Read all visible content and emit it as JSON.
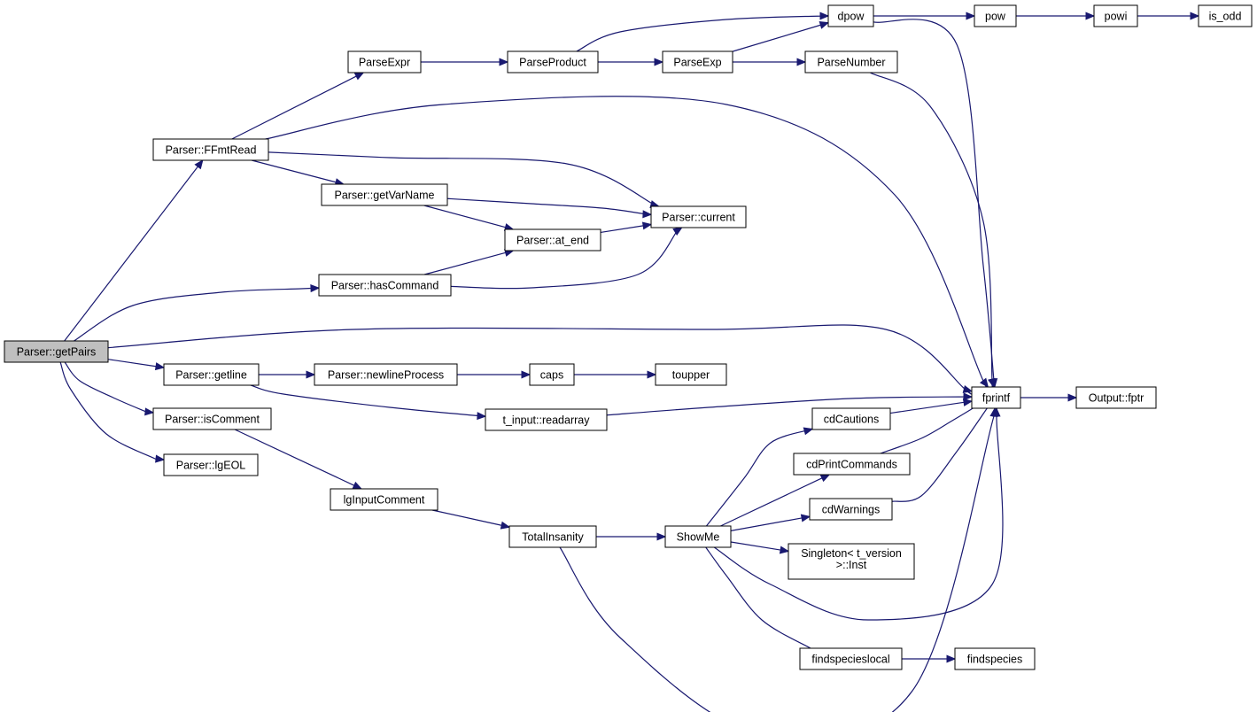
{
  "graph": {
    "nodes": [
      {
        "id": "getPairs",
        "label": "Parser::getPairs",
        "root": true
      },
      {
        "id": "FFmtRead",
        "label": "Parser::FFmtRead"
      },
      {
        "id": "ParseExpr",
        "label": "ParseExpr"
      },
      {
        "id": "ParseProduct",
        "label": "ParseProduct"
      },
      {
        "id": "ParseExp",
        "label": "ParseExp"
      },
      {
        "id": "dpow",
        "label": "dpow"
      },
      {
        "id": "pow",
        "label": "pow"
      },
      {
        "id": "powi",
        "label": "powi"
      },
      {
        "id": "is_odd",
        "label": "is_odd"
      },
      {
        "id": "ParseNumber",
        "label": "ParseNumber"
      },
      {
        "id": "getVarName",
        "label": "Parser::getVarName"
      },
      {
        "id": "current",
        "label": "Parser::current"
      },
      {
        "id": "at_end",
        "label": "Parser::at_end"
      },
      {
        "id": "hasCommand",
        "label": "Parser::hasCommand"
      },
      {
        "id": "getline",
        "label": "Parser::getline"
      },
      {
        "id": "newlineProcess",
        "label": "Parser::newlineProcess"
      },
      {
        "id": "caps",
        "label": "caps"
      },
      {
        "id": "toupper",
        "label": "toupper"
      },
      {
        "id": "readarray",
        "label": "t_input::readarray"
      },
      {
        "id": "fprintf",
        "label": "fprintf"
      },
      {
        "id": "fptr",
        "label": "Output::fptr"
      },
      {
        "id": "isComment",
        "label": "Parser::isComment"
      },
      {
        "id": "lgEOL",
        "label": "Parser::lgEOL"
      },
      {
        "id": "lgInputComment",
        "label": "lgInputComment"
      },
      {
        "id": "TotalInsanity",
        "label": "TotalInsanity"
      },
      {
        "id": "ShowMe",
        "label": "ShowMe"
      },
      {
        "id": "cdCautions",
        "label": "cdCautions"
      },
      {
        "id": "cdPrintCommands",
        "label": "cdPrintCommands"
      },
      {
        "id": "cdWarnings",
        "label": "cdWarnings"
      },
      {
        "id": "SingletonInst",
        "label": "Singleton< t_version",
        "label2": ">::Inst"
      },
      {
        "id": "findspecieslocal",
        "label": "findspecieslocal"
      },
      {
        "id": "findspecies",
        "label": "findspecies"
      }
    ],
    "edges": [
      [
        "getPairs",
        "FFmtRead"
      ],
      [
        "getPairs",
        "hasCommand"
      ],
      [
        "getPairs",
        "fprintf"
      ],
      [
        "getPairs",
        "getline"
      ],
      [
        "getPairs",
        "isComment"
      ],
      [
        "getPairs",
        "lgEOL"
      ],
      [
        "FFmtRead",
        "ParseExpr"
      ],
      [
        "FFmtRead",
        "fprintf"
      ],
      [
        "FFmtRead",
        "getVarName"
      ],
      [
        "FFmtRead",
        "current"
      ],
      [
        "ParseExpr",
        "ParseProduct"
      ],
      [
        "ParseProduct",
        "dpow"
      ],
      [
        "ParseProduct",
        "ParseExp"
      ],
      [
        "ParseExp",
        "dpow"
      ],
      [
        "ParseExp",
        "ParseNumber"
      ],
      [
        "dpow",
        "pow"
      ],
      [
        "dpow",
        "fprintf"
      ],
      [
        "pow",
        "powi"
      ],
      [
        "powi",
        "is_odd"
      ],
      [
        "ParseNumber",
        "fprintf"
      ],
      [
        "getVarName",
        "current"
      ],
      [
        "getVarName",
        "at_end"
      ],
      [
        "at_end",
        "current"
      ],
      [
        "hasCommand",
        "at_end"
      ],
      [
        "hasCommand",
        "current"
      ],
      [
        "getline",
        "newlineProcess"
      ],
      [
        "getline",
        "readarray"
      ],
      [
        "newlineProcess",
        "caps"
      ],
      [
        "caps",
        "toupper"
      ],
      [
        "readarray",
        "fprintf"
      ],
      [
        "fprintf",
        "fptr"
      ],
      [
        "isComment",
        "lgInputComment"
      ],
      [
        "lgInputComment",
        "TotalInsanity"
      ],
      [
        "TotalInsanity",
        "ShowMe"
      ],
      [
        "TotalInsanity",
        "fprintf"
      ],
      [
        "ShowMe",
        "cdCautions"
      ],
      [
        "ShowMe",
        "cdPrintCommands"
      ],
      [
        "ShowMe",
        "cdWarnings"
      ],
      [
        "ShowMe",
        "SingletonInst"
      ],
      [
        "ShowMe",
        "fprintf"
      ],
      [
        "ShowMe",
        "findspecieslocal"
      ],
      [
        "cdCautions",
        "fprintf"
      ],
      [
        "cdPrintCommands",
        "fprintf"
      ],
      [
        "cdWarnings",
        "fprintf"
      ],
      [
        "findspecieslocal",
        "findspecies"
      ]
    ],
    "colors": {
      "edge": "#191970",
      "root_fill": "#bfbfbf",
      "node_fill": "#ffffff",
      "border": "#000000"
    }
  }
}
